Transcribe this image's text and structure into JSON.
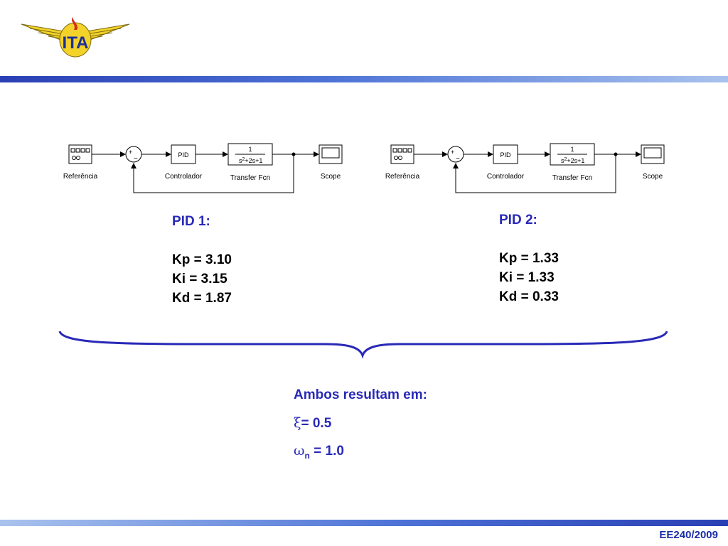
{
  "footer": "EE240/2009",
  "logo": {
    "text": "ITA",
    "icon": "ita-wings-logo"
  },
  "diagrams": [
    {
      "blocks": {
        "reference": "Referência",
        "controller": "Controlador",
        "pid": "PID",
        "tf_num": "1",
        "tf_den_a": "s",
        "tf_den_exp": "2",
        "tf_den_b": "+2s+1",
        "tf_name": "Transfer Fcn",
        "scope": "Scope"
      },
      "sum_signs": {
        "plus": "+",
        "minus": "−"
      }
    },
    {
      "blocks": {
        "reference": "Referência",
        "controller": "Controlador",
        "pid": "PID",
        "tf_num": "1",
        "tf_den_a": "s",
        "tf_den_exp": "2",
        "tf_den_b": "+2s+1",
        "tf_name": "Transfer Fcn",
        "scope": "Scope"
      },
      "sum_signs": {
        "plus": "+",
        "minus": "−"
      }
    }
  ],
  "pid1": {
    "title": "PID 1:",
    "kp": "Kp = 3.10",
    "ki": "Ki = 3.15",
    "kd": "Kd = 1.87"
  },
  "pid2": {
    "title": "PID 2:",
    "kp": "Kp = 1.33",
    "ki": "Ki = 1.33",
    "kd": "Kd = 0.33"
  },
  "summary": {
    "title": "Ambos resultam em:",
    "xi_symbol": "ξ",
    "xi_value": "= 0.5",
    "wn_symbol": "ω",
    "wn_sub": "n",
    "wn_value": " = 1.0"
  },
  "colors": {
    "accent": "#2929b8",
    "bar_dark": "#2a3fb4",
    "bar_light": "#a9c3ee"
  }
}
